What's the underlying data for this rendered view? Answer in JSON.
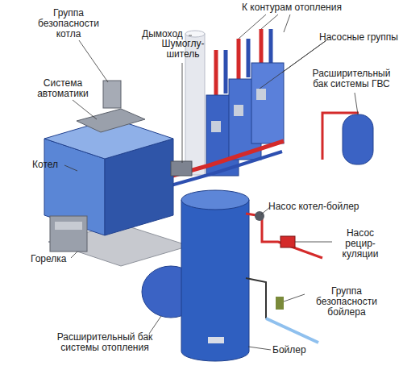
{
  "diagram": {
    "labels": [
      "Группа безопасности котла",
      "Дымоход",
      "К контурам отопления",
      "Шумоглу- шитель",
      "Насосные группы",
      "Система автоматики",
      "Расширительный бак системы ГВС",
      "Котел",
      "Насос котел-бойлер",
      "Насос рецир- куляции",
      "Горелка",
      "Группа безопасности бойлера",
      "Расширительный бак системы отопления",
      "Бойлер"
    ]
  }
}
